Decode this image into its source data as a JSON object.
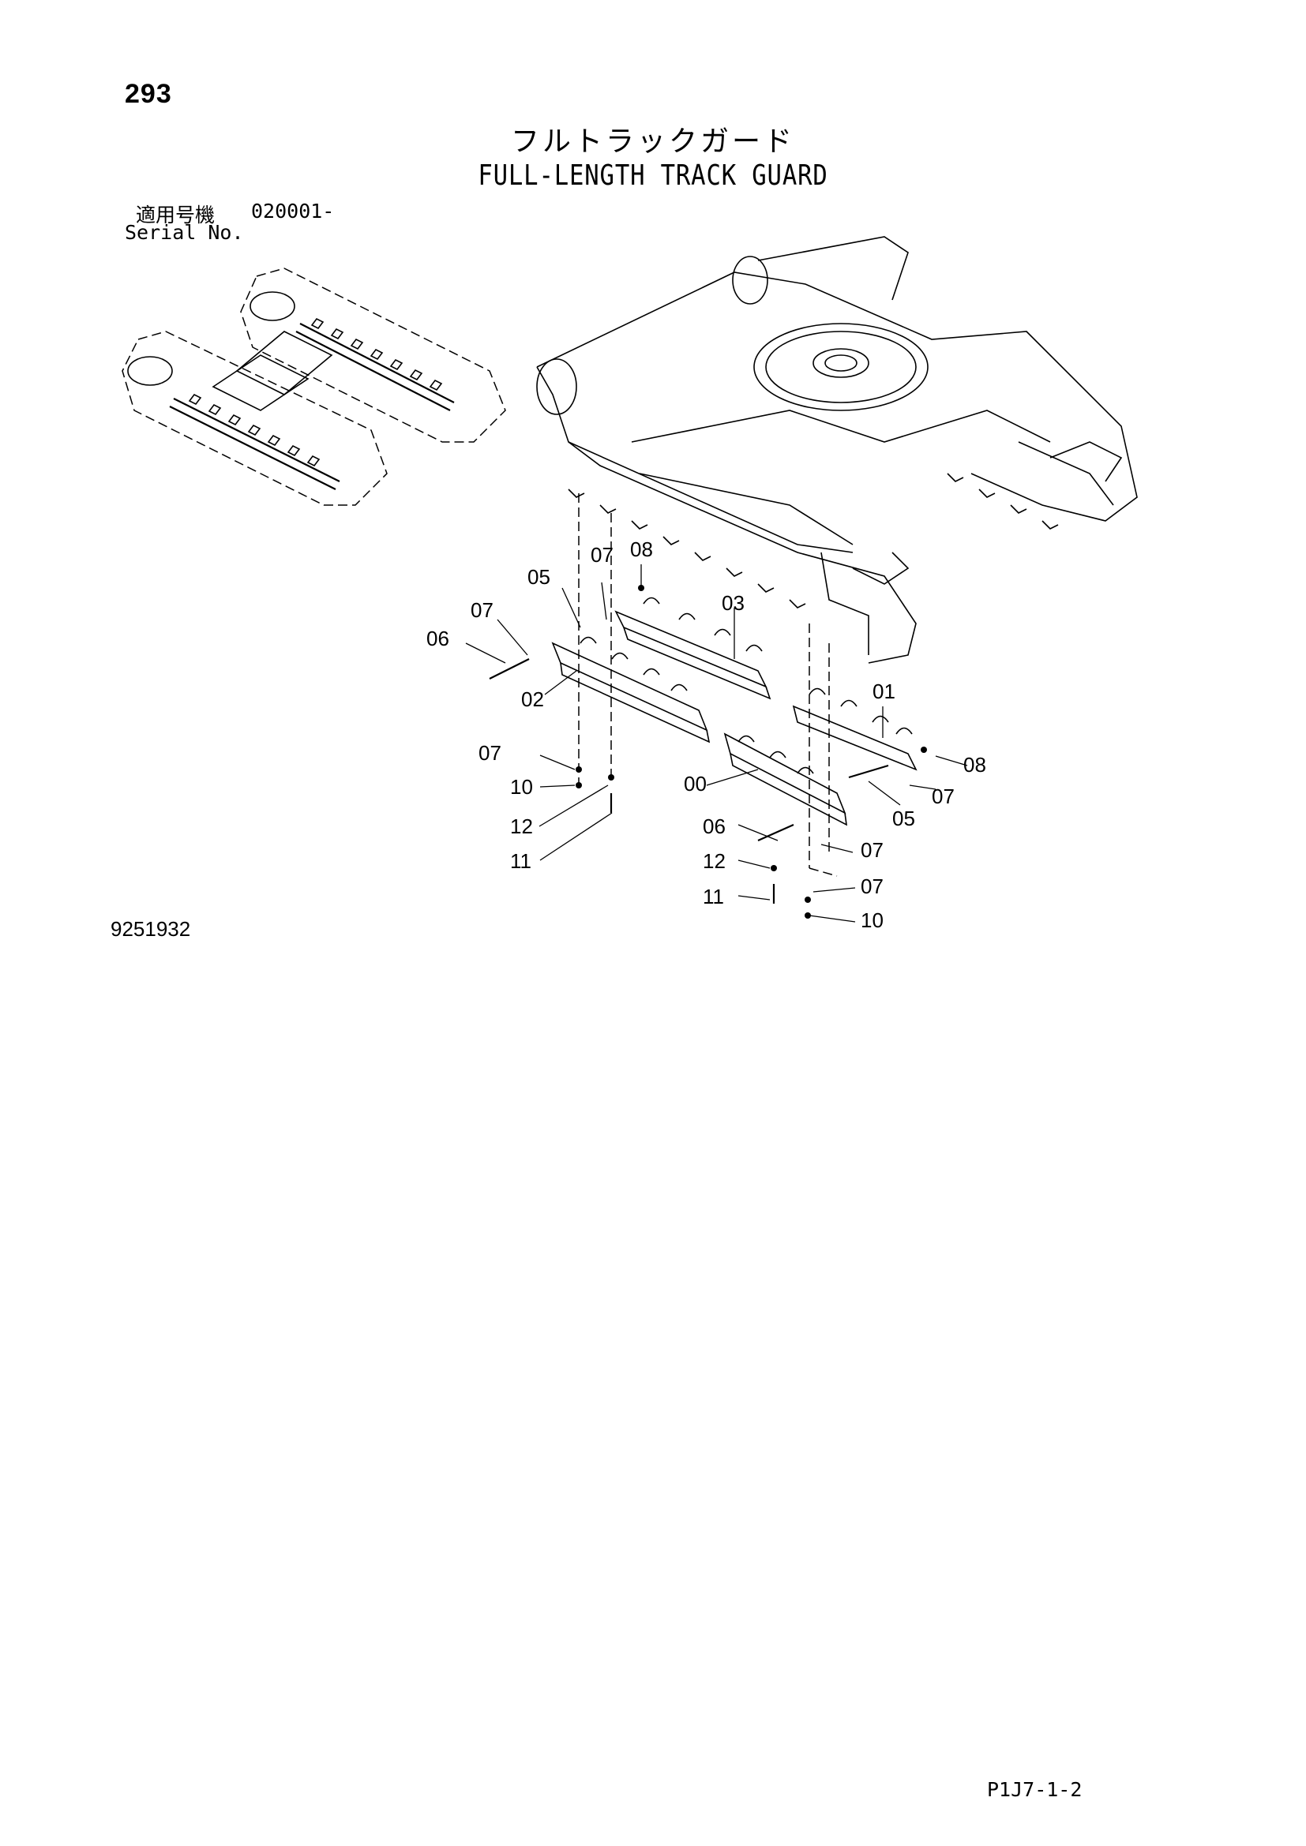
{
  "header": {
    "page_number": "293",
    "title_jp": "フルトラックガード",
    "title_en": "FULL-LENGTH TRACK GUARD",
    "serial_label_jp": "適用号機",
    "serial_range": "020001-",
    "serial_label_en": "Serial No."
  },
  "diagram": {
    "callouts": [
      {
        "id": "c-07-a",
        "text": "07"
      },
      {
        "id": "c-08-a",
        "text": "08"
      },
      {
        "id": "c-05-a",
        "text": "05"
      },
      {
        "id": "c-07-b",
        "text": "07"
      },
      {
        "id": "c-03",
        "text": "03"
      },
      {
        "id": "c-06-a",
        "text": "06"
      },
      {
        "id": "c-02",
        "text": "02"
      },
      {
        "id": "c-01",
        "text": "01"
      },
      {
        "id": "c-08-b",
        "text": "08"
      },
      {
        "id": "c-07-c",
        "text": "07"
      },
      {
        "id": "c-00",
        "text": "00"
      },
      {
        "id": "c-07-d",
        "text": "07"
      },
      {
        "id": "c-10-a",
        "text": "10"
      },
      {
        "id": "c-05-b",
        "text": "05"
      },
      {
        "id": "c-12-a",
        "text": "12"
      },
      {
        "id": "c-06-b",
        "text": "06"
      },
      {
        "id": "c-11-a",
        "text": "11"
      },
      {
        "id": "c-07-e",
        "text": "07"
      },
      {
        "id": "c-12-b",
        "text": "12"
      },
      {
        "id": "c-07-f",
        "text": "07"
      },
      {
        "id": "c-11-b",
        "text": "11"
      },
      {
        "id": "c-10-b",
        "text": "10"
      }
    ]
  },
  "footer": {
    "drawing_number": "9251932",
    "page_code": "P1J7-1-2"
  }
}
